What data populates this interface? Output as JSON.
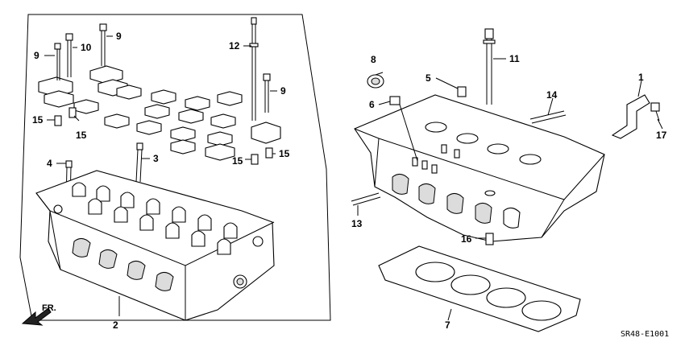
{
  "diagram": {
    "callouts": {
      "c1": "1",
      "c2": "2",
      "c3": "3",
      "c4": "4",
      "c5": "5",
      "c6": "6",
      "c7": "7",
      "c8": "8",
      "c9a": "9",
      "c9b": "9",
      "c9c": "9",
      "c10": "10",
      "c11": "11",
      "c12": "12",
      "c13": "13",
      "c14": "14",
      "c15a": "15",
      "c15b": "15",
      "c15c": "15",
      "c15d": "15",
      "c16": "16",
      "c17": "17"
    },
    "direction_label": "FR.",
    "diagram_code": "SR48-E1001"
  }
}
